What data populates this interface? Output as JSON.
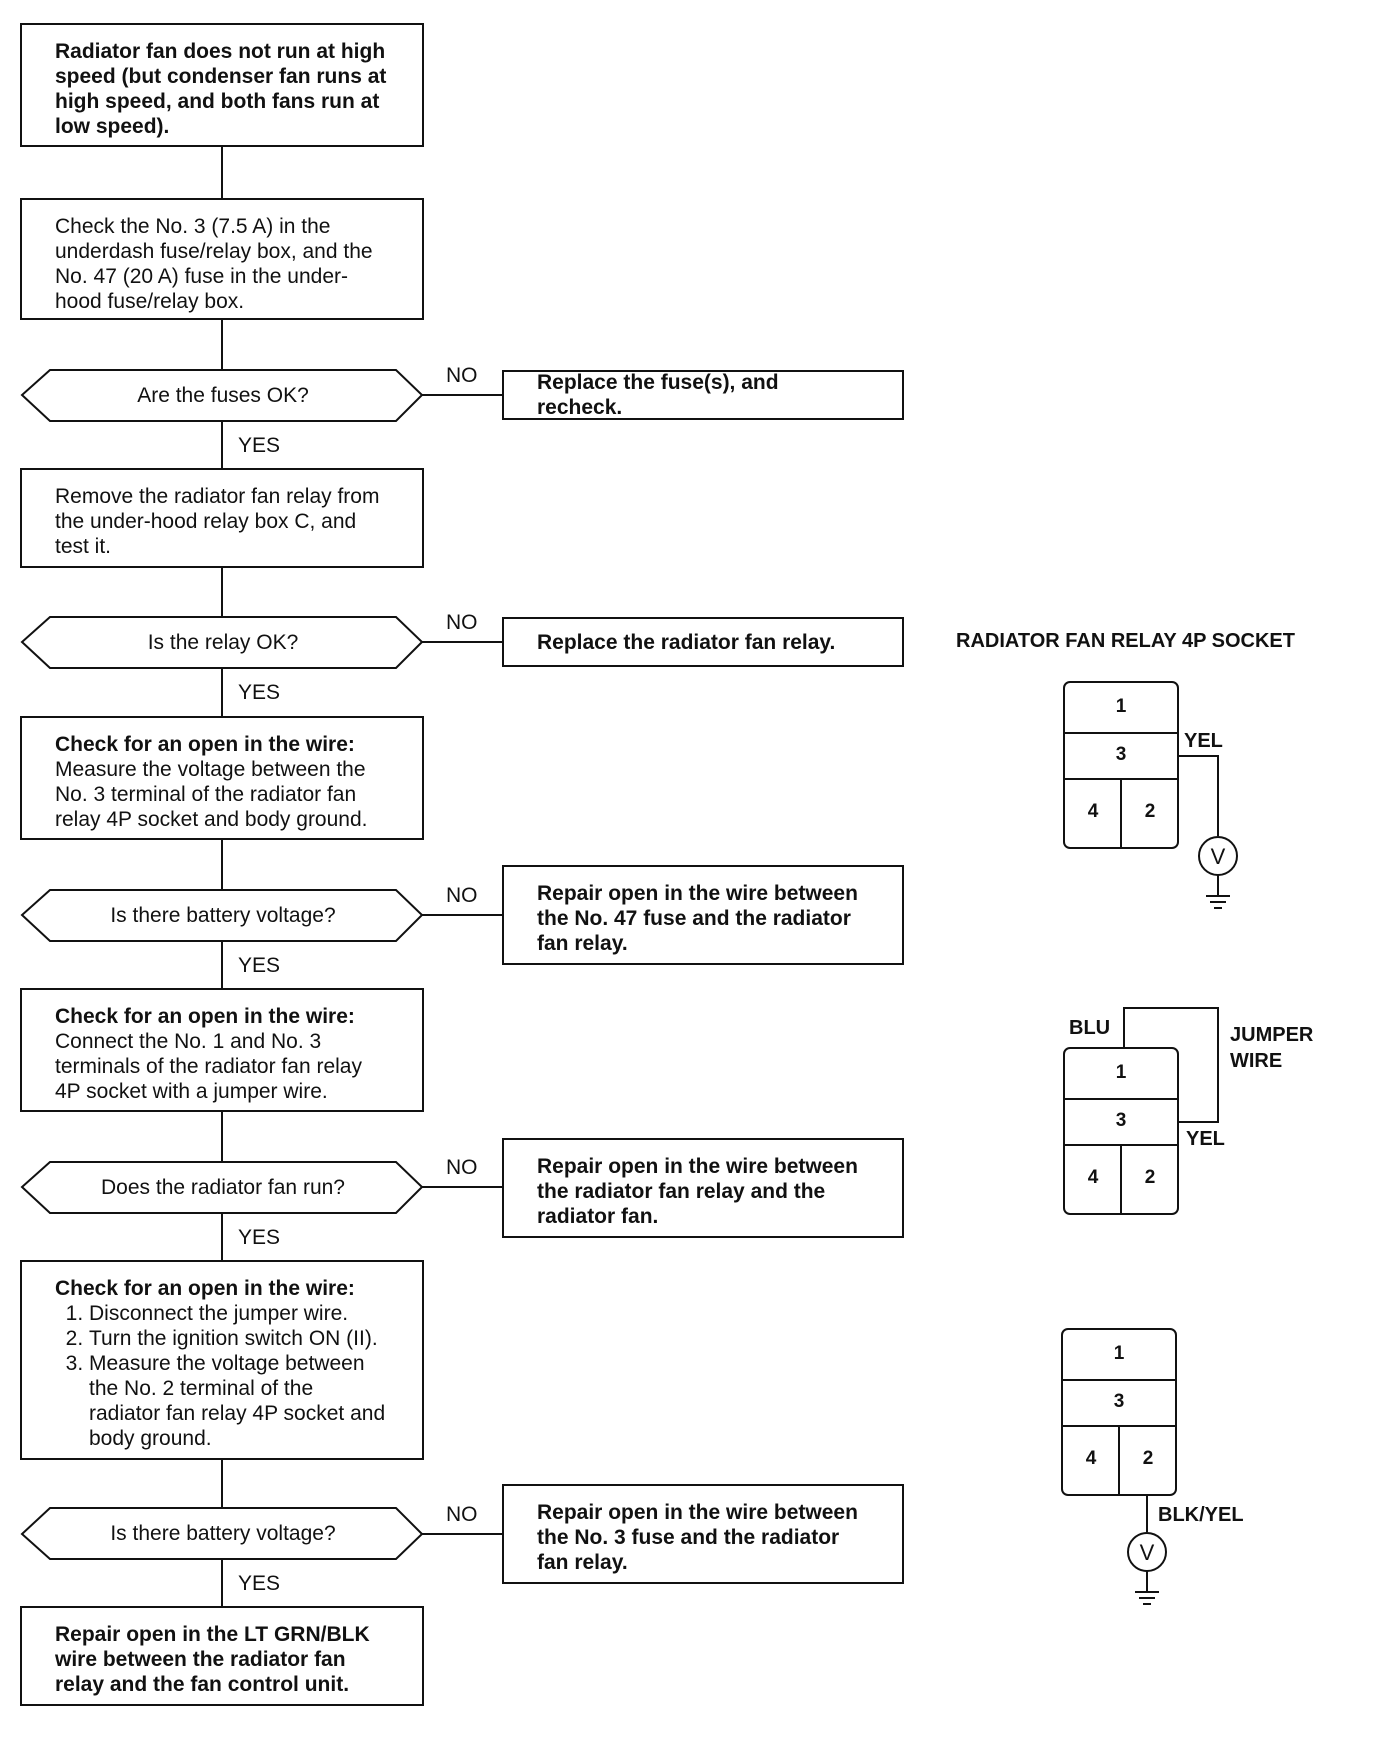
{
  "flow": {
    "start": "Radiator fan does not run at high speed (but condenser fan runs at high speed, and both fans run at low speed).",
    "step_fuses": "Check the No. 3 (7.5 A) in the underdash fuse/relay box, and the No. 47 (20 A) fuse in the under-hood fuse/relay box.",
    "q_fuses": "Are the fuses OK?",
    "fix_fuses": "Replace the fuse(s), and recheck.",
    "step_relay": "Remove the radiator fan relay from the under-hood relay box C, and test it.",
    "q_relay": "Is the relay OK?",
    "fix_relay": "Replace the radiator fan relay.",
    "step_open1_title": "Check for an open in the wire:",
    "step_open1_body": "Measure the voltage between the No. 3 terminal of the radiator fan relay 4P socket and body ground.",
    "q_batt1": "Is there battery voltage?",
    "fix_batt1": "Repair open in the wire between the No. 47 fuse and the radiator fan relay.",
    "step_open2_title": "Check for an open in the wire:",
    "step_open2_body": "Connect the No. 1 and No. 3 terminals of the radiator fan relay 4P socket with a jumper wire.",
    "q_fan": "Does the radiator fan run?",
    "fix_fan": "Repair open in the wire between the radiator fan relay and the radiator fan.",
    "step_open3_title": "Check for an open in the wire:",
    "step_open3_items": [
      "Disconnect the jumper wire.",
      "Turn the ignition switch ON (II).",
      "Measure the voltage between the No. 2 terminal of the radiator fan relay 4P socket and body ground."
    ],
    "q_batt2": "Is there battery voltage?",
    "fix_batt2": "Repair open in the wire between the No. 3 fuse and the radiator fan relay.",
    "end": "Repair open in the LT GRN/BLK wire between the radiator fan relay and the fan control unit.",
    "yes": "YES",
    "no": "NO"
  },
  "sockets": {
    "title": "RADIATOR FAN RELAY 4P SOCKET",
    "pins": [
      "1",
      "3",
      "4",
      "2"
    ],
    "yel": "YEL",
    "blu": "BLU",
    "jumper_line1": "JUMPER",
    "jumper_line2": "WIRE",
    "blk_yel": "BLK/YEL",
    "meter": "V"
  }
}
